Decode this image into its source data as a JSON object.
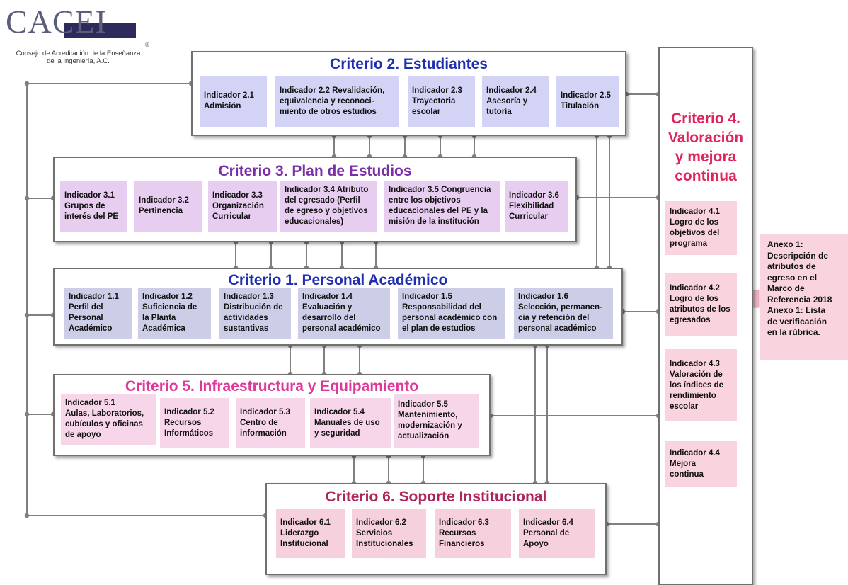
{
  "logo": {
    "name": "CACEI",
    "registered": "®",
    "subtitle": "Consejo de Acreditación de la Enseñanza\nde la Ingeniería, A.C."
  },
  "criterio2": {
    "title": "Criterio 2.  Estudiantes",
    "color": "#1f2fb0",
    "indicators": [
      "Indicador 2.1\nAdmisión",
      "Indicador 2.2 Revalidación,\nequivalencia y reconoci-\nmiento de otros estudios",
      "Indicador 2.3\nTrayectoria\nescolar",
      "Indicador 2.4\nAsesoría y\ntutoría",
      "Indicador 2.5\nTitulación"
    ]
  },
  "criterio3": {
    "title": "Criterio 3. Plan de Estudios",
    "color": "#7b2ea8",
    "indicators": [
      "Indicador 3.1\nGrupos de\ninterés del PE",
      "Indicador 3.2\nPertinencia",
      "Indicador 3.3\nOrganización\nCurricular",
      "Indicador 3.4 Atributo\ndel egresado (Perfil\nde egreso y objetivos\neducacionales)",
      "Indicador 3.5 Congruencia\nentre los objetivos\neducacionales del PE y la\nmisión de la institución",
      "Indicador 3.6\nFlexibilidad\nCurricular"
    ]
  },
  "criterio1": {
    "title": "Criterio 1. Personal Académico",
    "color": "#1f2fb0",
    "indicators": [
      "Indicador 1.1\nPerfil del\nPersonal\nAcadémico",
      "Indicador 1.2\nSuficiencia de\nla Planta\nAcadémica",
      "Indicador 1.3\nDistribución de\nactividades\nsustantivas",
      "Indicador 1.4\nEvaluación y\ndesarrollo del\npersonal académico",
      "Indicador 1.5\nResponsabilidad del\npersonal académico con\nel plan de estudios",
      "Indicador 1.6\nSelección, permanen-\ncia y retención del\npersonal académico"
    ]
  },
  "criterio5": {
    "title": "Criterio 5. Infraestructura y Equipamiento",
    "color": "#e0389a",
    "indicators": [
      "Indicador 5.1\nAulas, Laboratorios,\ncubículos y oficinas\nde apoyo",
      "Indicador 5.2\nRecursos\nInformáticos",
      "Indicador 5.3\nCentro de\ninformación",
      "Indicador 5.4\nManuales de uso\ny seguridad",
      "Indicador 5.5\nMantenimiento,\nmodernización y\nactualización"
    ]
  },
  "criterio6": {
    "title": "Criterio 6. Soporte Institucional",
    "color": "#b0245c",
    "indicators": [
      "Indicador 6.1\nLiderazgo\nInstitucional",
      "Indicador 6.2\nServicios\nInstitucionales",
      "Indicador 6.3\nRecursos\nFinancieros",
      "Indicador 6.4\nPersonal de\nApoyo"
    ]
  },
  "criterio4": {
    "title": "Criterio 4.\nValoración\ny mejora\ncontinua",
    "color": "#e0245c",
    "indicators": [
      "Indicador 4.1\nLogro de los\nobjetivos del\nprograma",
      "Indicador 4.2\nLogro de los\natributos de los\negresados",
      "Indicador 4.3\nValoración de\nlos índices de\nrendimiento\nescolar",
      "Indicador 4.4\nMejora\ncontinua"
    ]
  },
  "anexo": "Anexo 1:\nDescripción de\natributos de\negreso en el\nMarco de\nReferencia 2018\nAnexo 1: Lista\nde verificación\nen la rúbrica.",
  "colors": {
    "blue_box": "#d3d3f5",
    "purple_box": "#e7cdf0",
    "slate_box": "#cccde6",
    "pink_box": "#f8d6ea",
    "rose_box": "#f6d0dc",
    "c4_box": "#f9d3dd",
    "wire": "#808080"
  }
}
